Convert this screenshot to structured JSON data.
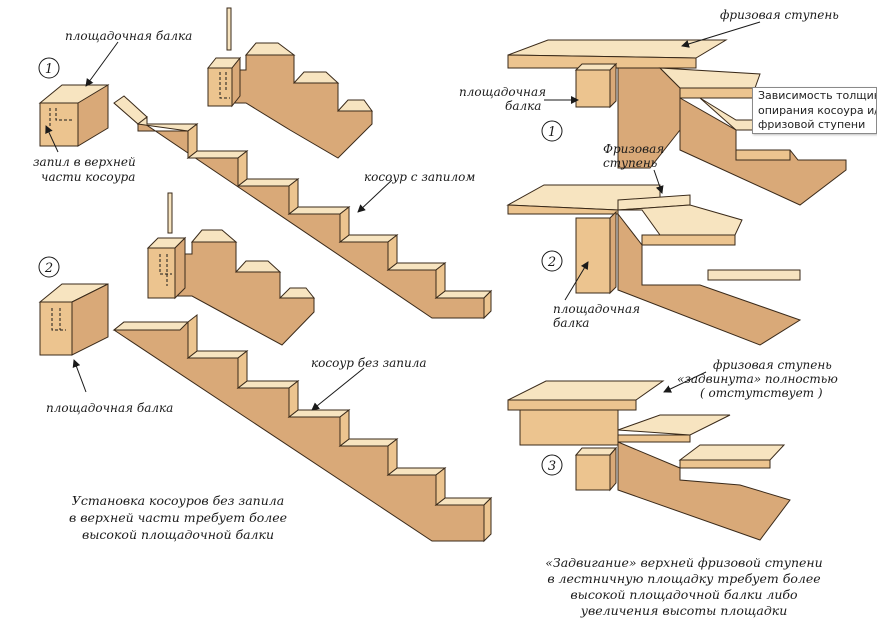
{
  "colors": {
    "wood_top": "#f7e4c0",
    "wood_front": "#ecc48f",
    "wood_side": "#d9a978",
    "outline": "#3a2a1a"
  },
  "left_top": {
    "number": "1",
    "landing_beam_label": "площадочная балка",
    "notch_label_line1": "запил в верхней",
    "notch_label_line2": "части косоура",
    "stringer_label": "косоур с запилом"
  },
  "left_bottom": {
    "number": "2",
    "landing_beam_label": "площадочная балка",
    "stringer_label": "косоур без запила",
    "caption_line1": "Установка косоуров без запила",
    "caption_line2": "в верхней части требует более",
    "caption_line3": "высокой площадочной балки"
  },
  "right_1": {
    "number": "1",
    "frieze_label": "фризовая ступень",
    "beam_label_line1": "площадочная",
    "beam_label_line2": "балка"
  },
  "right_2": {
    "number": "2",
    "frieze_label_line1": "Фризовая",
    "frieze_label_line2": "ступень",
    "beam_label_line1": "площадочная",
    "beam_label_line2": "балка"
  },
  "right_3": {
    "number": "3",
    "frieze_label_line1": "фризовая ступень",
    "frieze_label_line2": "«задвинута» полностью",
    "frieze_label_line3": "( отстутствует )",
    "caption_line1": "«Задвигание» верхней фризовой ступени",
    "caption_line2": "в лестничную площадку требует более",
    "caption_line3": "высокой площадочной балки либо",
    "caption_line4": "увеличения высоты площадки"
  },
  "tooltip": {
    "line1": "Зависимость толщин",
    "line2": "опирания косоура и/",
    "line3": "фризовой ступени"
  }
}
